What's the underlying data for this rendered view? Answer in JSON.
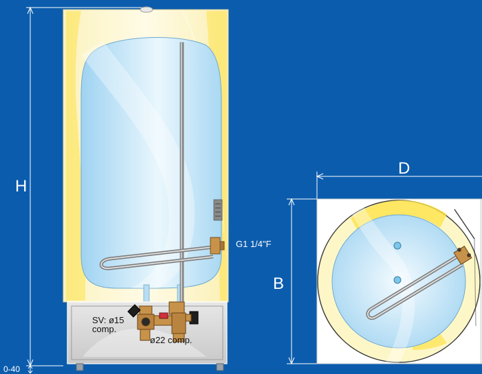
{
  "dimensions": {
    "height": "H",
    "depth": "D",
    "width": "B",
    "feet": "0-40"
  },
  "connections": {
    "heater_flange": "G1 1/4\"F",
    "safety_valve": "SV: ø15",
    "safety_valve_sub": "comp.",
    "pipe": "ø22 comp."
  },
  "colors": {
    "background": "#0b5cad",
    "insulation": "#fdf7c8",
    "insulation_highlight": "#fde24a",
    "tank": "#bfe3f7",
    "brass": "#c7924a"
  }
}
